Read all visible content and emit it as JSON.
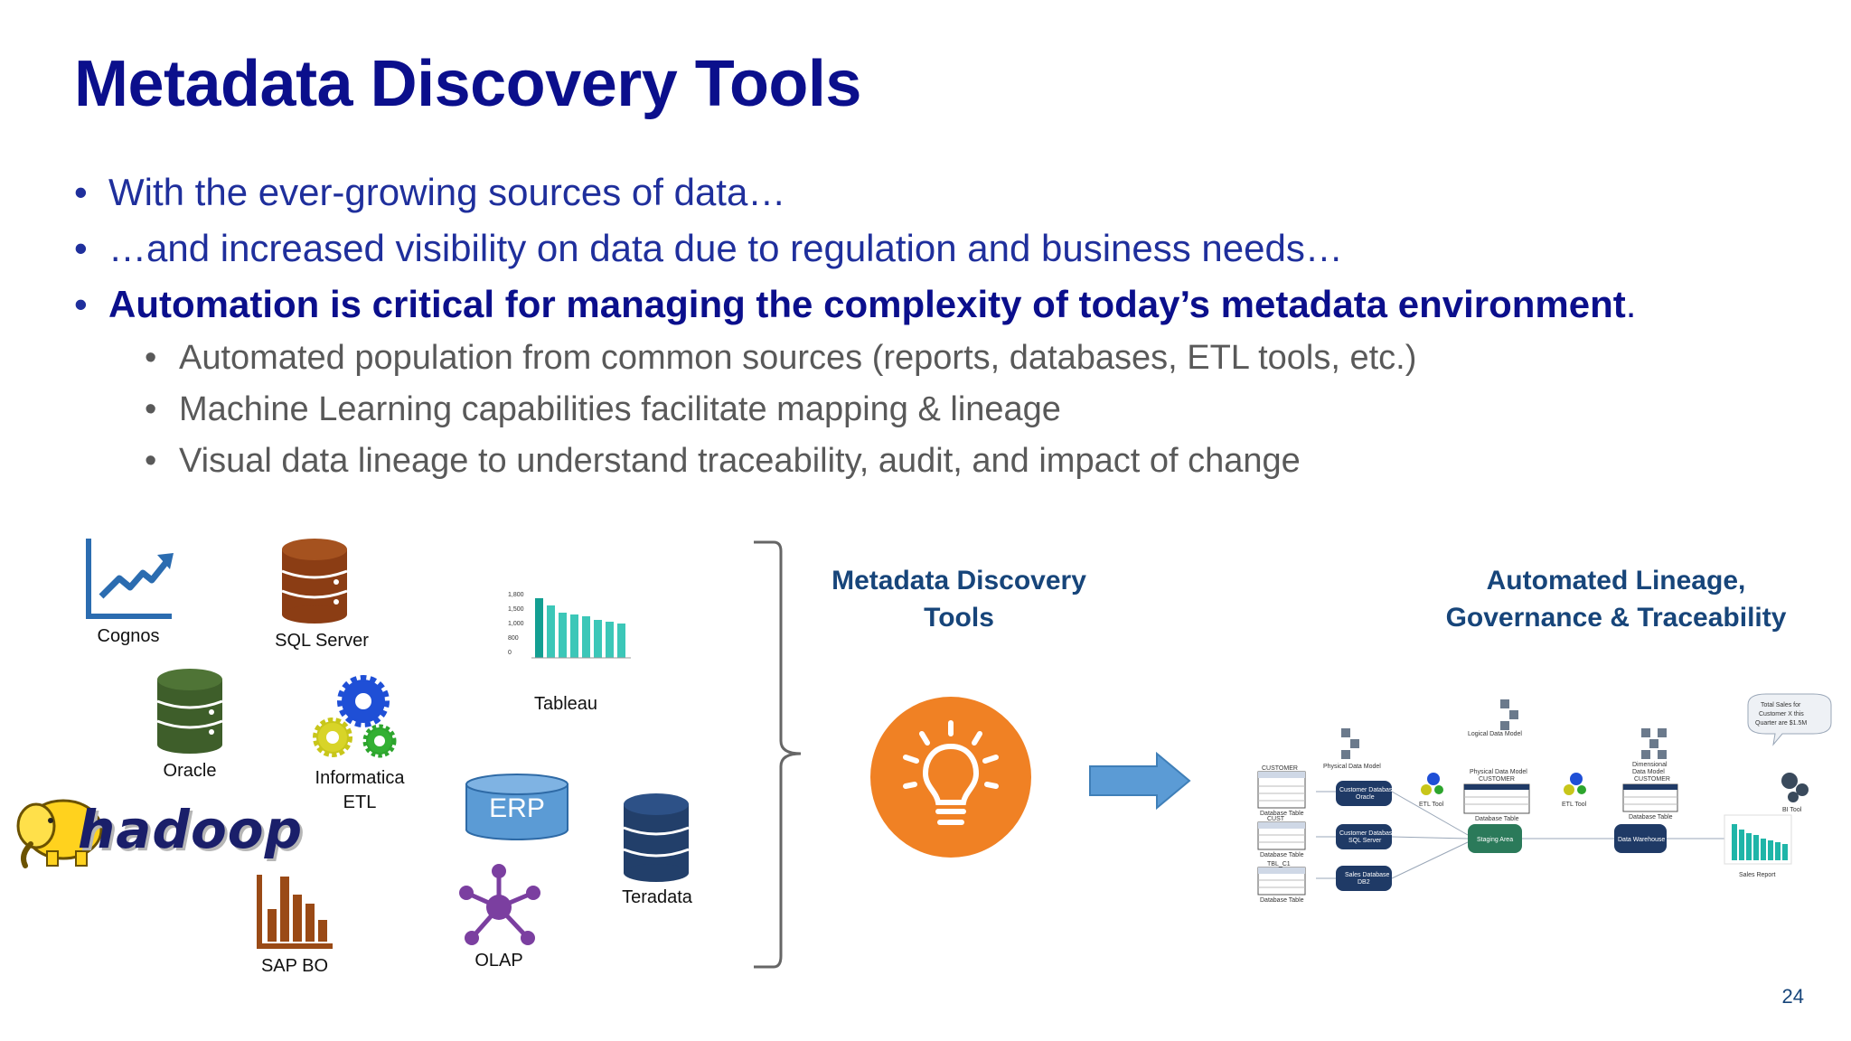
{
  "slide": {
    "title": "Metadata Discovery Tools",
    "page_number": "24"
  },
  "bullets": [
    {
      "text": "With the ever-growing sources of data…"
    },
    {
      "text": "…and increased visibility on data due to regulation and business needs…"
    },
    {
      "text_bold": "Automation is critical for managing the complexity of today’s metadata environment",
      "text_tail": "."
    }
  ],
  "sub_bullets": [
    "Automated population from common sources (reports, databases, ETL tools, etc.)",
    "Machine Learning capabilities facilitate mapping & lineage",
    "Visual data lineage to understand traceability, audit, and impact of change"
  ],
  "sources": {
    "cognos": "Cognos",
    "sql_server": "SQL Server",
    "oracle": "Oracle",
    "informatica_line1": "Informatica",
    "informatica_line2": "ETL",
    "tableau": "Tableau",
    "hadoop": "hadoop",
    "erp": "ERP",
    "teradata": "Teradata",
    "sap_bo": "SAP BO",
    "olap": "OLAP"
  },
  "middle_heading": {
    "line1": "Metadata Discovery",
    "line2": "Tools"
  },
  "right_heading": {
    "line1": "Automated Lineage,",
    "line2": "Governance & Traceability"
  },
  "lineage": {
    "customer": "CUSTOMER",
    "cust": "CUST",
    "tbl_c1": "TBL_C1",
    "database_table": "Database Table",
    "physical_data_model": "Physical Data Model",
    "logical_data_model": "Logical Data Model",
    "customer_db_oracle_1": "Customer Database",
    "customer_db_oracle_2": "Oracle",
    "customer_db_sql_1": "Customer Database",
    "customer_db_sql_2": "SQL Server",
    "sales_db_1": "Sales Database",
    "sales_db_2": "DB2",
    "etl_tool": "ETL Tool",
    "staging_area": "Staging Area",
    "dimensional_1": "Dimensional",
    "dimensional_2": "Data Model",
    "data_warehouse": "Data Warehouse",
    "bi_tool": "BI Tool",
    "sales_report": "Sales Report",
    "bubble_1": "Total Sales for",
    "bubble_2": "Customer X this",
    "bubble_3": "Quarter are $1.5M"
  },
  "colors": {
    "title": "#0b0f8c",
    "bullet": "#1f2f9c",
    "sub_bullet": "#595959",
    "heading": "#17457a",
    "bulb": "#f08124",
    "arrow": "#5b9bd5",
    "sql_server": "#8b3d14",
    "oracle": "#3e5e2a",
    "teradata": "#223f6a",
    "erp": "#5b9bd5",
    "olap": "#7b3fa0",
    "sap_bo": "#9a4a16",
    "cognos": "#2b6cb0",
    "tableau": "#1fb5a8"
  }
}
